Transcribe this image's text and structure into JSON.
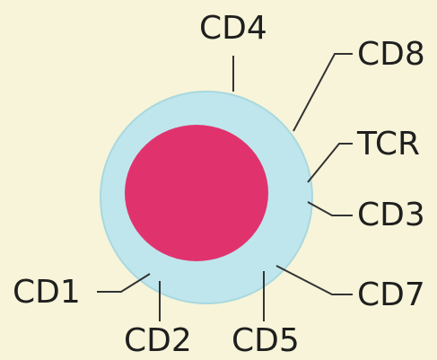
{
  "labels": {
    "cd4": "CD4",
    "cd8": "CD8",
    "tcr": "TCR",
    "cd3": "CD3",
    "cd7": "CD7",
    "cd5": "CD5",
    "cd2": "CD2",
    "cd1": "CD1"
  },
  "colors": {
    "background": "#f7f4d9",
    "cytoplasm": "#bfe6ec",
    "nucleus": "#e0336e",
    "line": "#333333"
  }
}
